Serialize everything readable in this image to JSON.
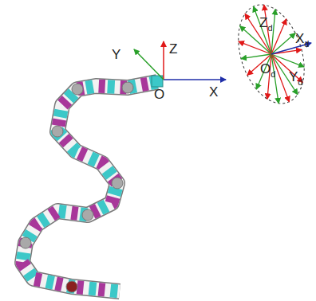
{
  "diagram": {
    "labels": [
      "Y",
      "Z",
      "O",
      "X",
      "Zd",
      "Xd",
      "Od",
      "Yd"
    ]
  }
}
